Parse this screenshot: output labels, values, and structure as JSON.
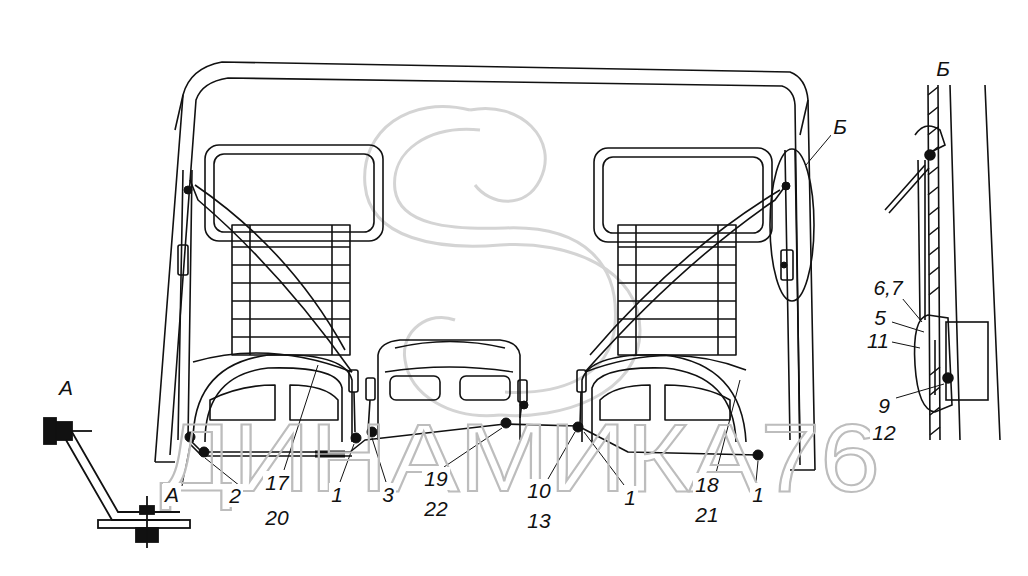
{
  "diagram": {
    "labels": [
      "Б",
      "Б",
      "6,7",
      "5",
      "11",
      "9",
      "12",
      "А",
      "А",
      "2",
      "17",
      "20",
      "1",
      "3",
      "19",
      "22",
      "10",
      "13",
      "1",
      "18",
      "21",
      "1",
      "ДИНАМИКА76"
    ]
  }
}
